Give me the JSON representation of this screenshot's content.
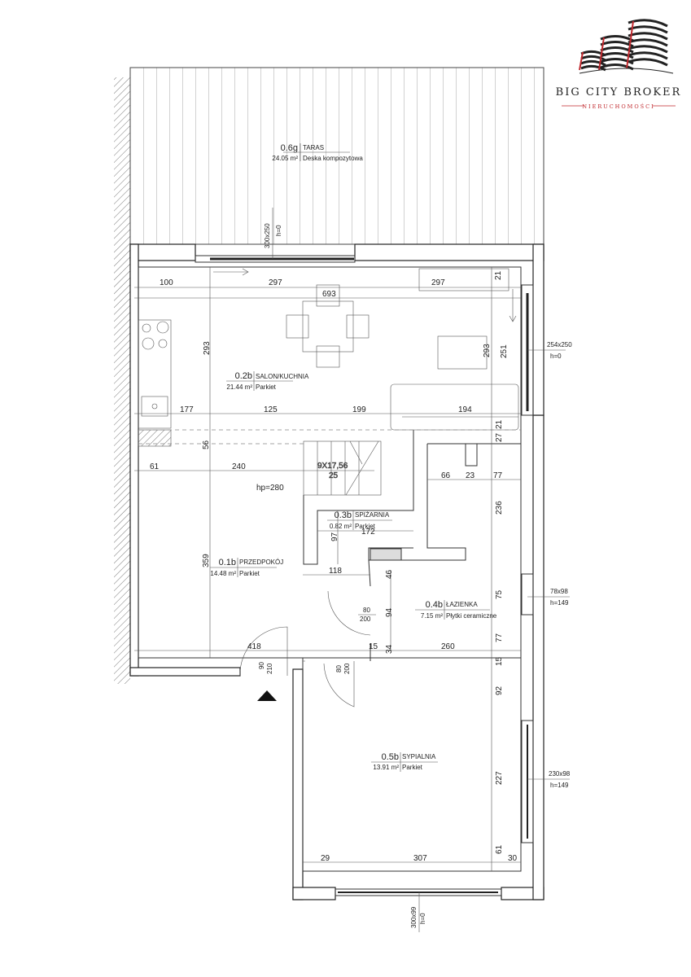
{
  "logo": {
    "title": "BIG CITY BROKER",
    "subtitle": "NIERUCHOMOŚCI",
    "accent_color": "#c0282d"
  },
  "rooms": [
    {
      "id": "0.6g",
      "name": "TARAS",
      "area": "24.05 m²",
      "floor": "Deska kompozytowa"
    },
    {
      "id": "0.2b",
      "name": "SALON/KUCHNIA",
      "area": "21.44 m²",
      "floor": "Parkiet"
    },
    {
      "id": "0.3b",
      "name": "SPIŻARNIA",
      "area": "0.82 m²",
      "floor": "Parkiet"
    },
    {
      "id": "0.1b",
      "name": "PRZEDPOKÓJ",
      "area": "14.48 m²",
      "floor": "Parkiet"
    },
    {
      "id": "0.4b",
      "name": "ŁAZIENKA",
      "area": "7.15 m²",
      "floor": "Płytki ceramiczne"
    },
    {
      "id": "0.5b",
      "name": "SYPIALNIA",
      "area": "13.91 m²",
      "floor": "Parkiet"
    }
  ],
  "windows": [
    {
      "size": "300x250",
      "sill": "h=0"
    },
    {
      "size": "254x250",
      "sill": "h=0"
    },
    {
      "size": "78x98",
      "sill": "h=149"
    },
    {
      "size": "230x98",
      "sill": "h=149"
    },
    {
      "size": "300x99",
      "sill": "h=0"
    }
  ],
  "doors": [
    {
      "width": "80",
      "height": "200"
    },
    {
      "width": "80",
      "height": "200"
    },
    {
      "width": "90",
      "height": "210"
    }
  ],
  "stairs": {
    "steps": "9X17,56",
    "depth": "25"
  },
  "ceiling_height": "hp=280",
  "dims": [
    "100",
    "297",
    "297",
    "693",
    "21",
    "293",
    "293",
    "251",
    "177",
    "125",
    "199",
    "194",
    "21",
    "27",
    "56",
    "61",
    "240",
    "66",
    "23",
    "77",
    "236",
    "97",
    "172",
    "118",
    "46",
    "359",
    "94",
    "75",
    "418",
    "15",
    "34",
    "260",
    "77",
    "15",
    "92",
    "227",
    "61",
    "29",
    "307",
    "30"
  ]
}
